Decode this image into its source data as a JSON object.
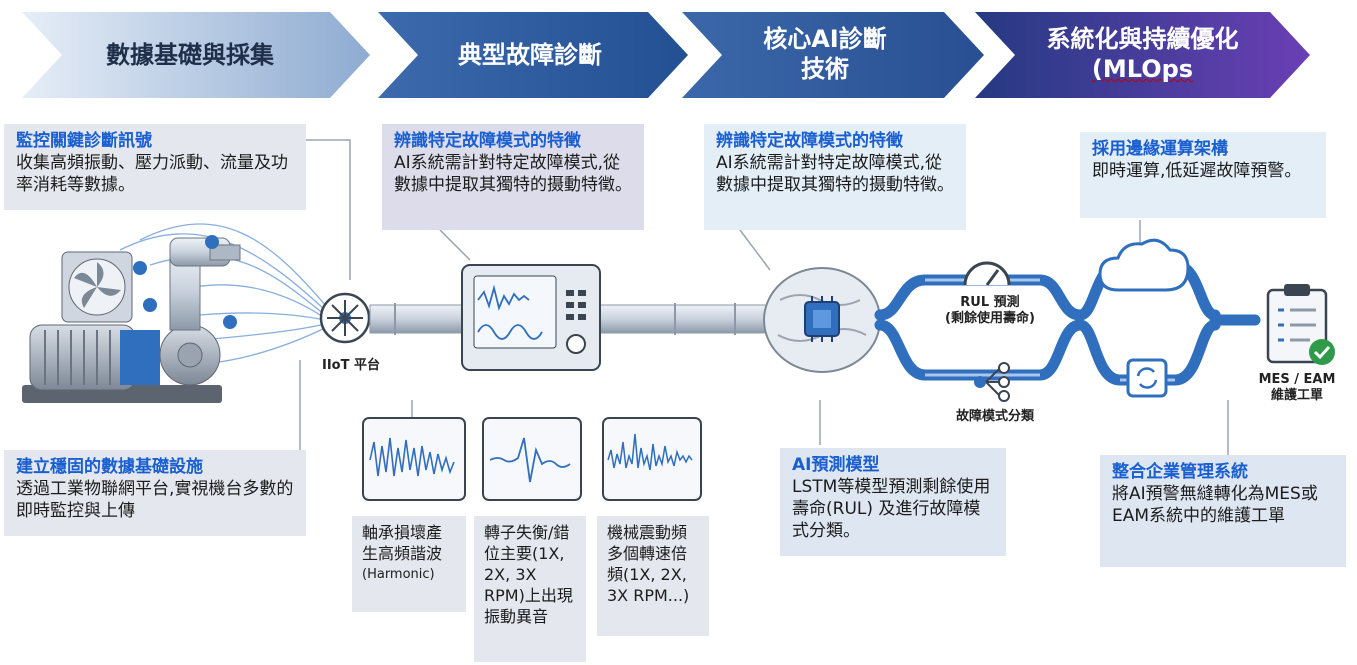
{
  "stages": [
    {
      "label": "數據基礎與採集"
    },
    {
      "label": "典型故障診斷"
    },
    {
      "label": "核心AI診斷技術",
      "line1": "核心AI診斷",
      "line2": "技術"
    },
    {
      "label": "系統化與持續優化(MLOps",
      "line1": "系統化與持續優化",
      "line2": "(MLOps"
    }
  ],
  "boxes": {
    "monitor": {
      "title": "監控關鍵診斷訊號",
      "text": "收集高頻振動、壓力派動、流量及功率消耗等數據。"
    },
    "infra": {
      "title": "建立穩固的數據基礎設施",
      "text": "透過工業物聯網平台,實視機台多數的即時監控與上傳"
    },
    "identify1": {
      "title": "辨識特定故障模式的特徵",
      "text": "AI系統需計對特定故障模式,從數據中提取其獨特的摄動特徵。"
    },
    "identify2": {
      "title": "辨識特定故障模式的特徵",
      "text": "AI系統需計對特定故障模式,從數據中提取其獨特的摄動特徵。"
    },
    "edge": {
      "title": "採用邊緣運算架構",
      "text": "即時運算,低延遲故障預警。"
    },
    "ai_model": {
      "title": "AI預測模型",
      "text": "LSTM等模型預測剩餘使用壽命(RUL) 及進行故障模式分類。"
    },
    "enterprise": {
      "title": "整合企業管理系統",
      "text": "將AI預警無縫轉化為MES或EAM系統中的維護工單"
    }
  },
  "waves": [
    {
      "text": "軸承損壞產生高頻諧波",
      "note": "(Harmonic)"
    },
    {
      "text": "轉子失衡/錯位主要(1X, 2X, 3X RPM)上出現振動異音"
    },
    {
      "text": "機械震動頻多個轉速倍頻(1X, 2X, 3X RPM...)"
    }
  ],
  "diagram": {
    "iiot": "IIoT 平台",
    "rul_line1": "RUL 預測",
    "rul_line2": "(剩餘使用壽命)",
    "fault_class": "故障模式分類",
    "mes_line1": "MES / EAM",
    "mes_line2": "維護工單"
  },
  "colors": {
    "stage1": "#9cb3d3",
    "stage2": "#3f6cae",
    "stage3": "#3f6cae",
    "stage4": "#3a3f9a",
    "title_blue": "#1a5fd0",
    "pipe": "#2f6fbd"
  }
}
